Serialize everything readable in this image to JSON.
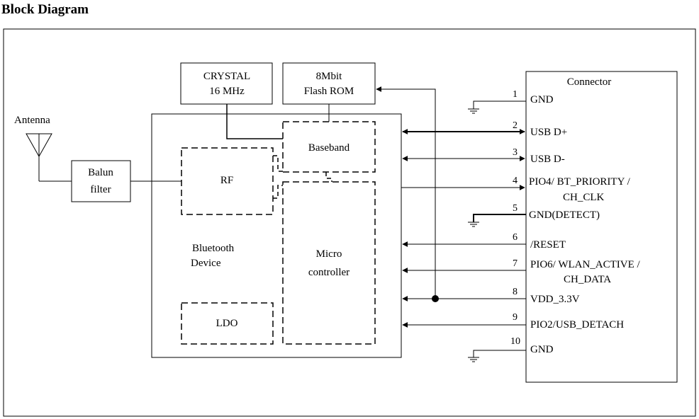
{
  "title": "Block Diagram",
  "blocks": {
    "crystal": {
      "line1": "CRYSTAL",
      "line2": "16 MHz"
    },
    "flash": {
      "line1": "8Mbit",
      "line2": "Flash ROM"
    },
    "antenna": "Antenna",
    "balun": {
      "line1": "Balun",
      "line2": "filter"
    },
    "rf": "RF",
    "baseband": "Baseband",
    "micro": {
      "line1": "Micro",
      "line2": "controller"
    },
    "device": {
      "line1": "Bluetooth",
      "line2": "Device"
    },
    "ldo": "LDO",
    "connector": "Connector"
  },
  "pins": [
    {
      "num": "1",
      "line1": "GND",
      "line2": ""
    },
    {
      "num": "2",
      "line1": "USB D+",
      "line2": ""
    },
    {
      "num": "3",
      "line1": "USB D-",
      "line2": ""
    },
    {
      "num": "4",
      "line1": "PIO4/ BT_PRIORITY /",
      "line2": "CH_CLK"
    },
    {
      "num": "5",
      "line1": "GND(DETECT)",
      "line2": ""
    },
    {
      "num": "6",
      "line1": "/RESET",
      "line2": ""
    },
    {
      "num": "7",
      "line1": "PIO6/ WLAN_ACTIVE /",
      "line2": "CH_DATA"
    },
    {
      "num": "8",
      "line1": "VDD_3.3V",
      "line2": ""
    },
    {
      "num": "9",
      "line1": "PIO2/USB_DETACH",
      "line2": ""
    },
    {
      "num": "10",
      "line1": "GND",
      "line2": ""
    }
  ]
}
